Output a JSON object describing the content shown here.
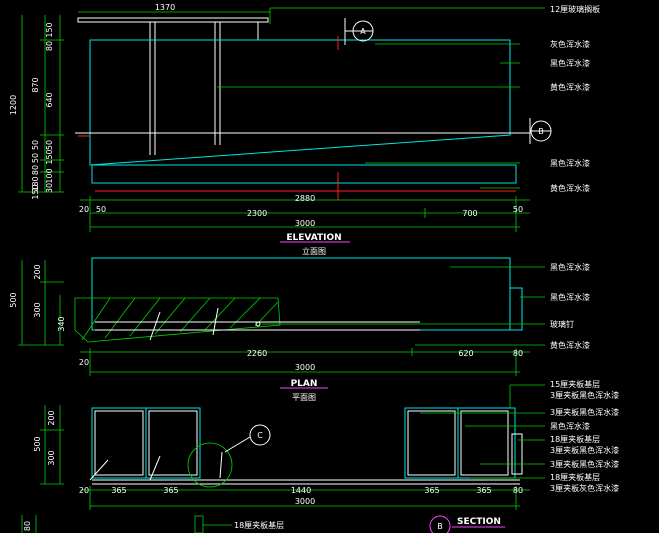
{
  "elevation": {
    "dims_top": [
      "1370"
    ],
    "dims_left": [
      "1200",
      "80",
      "150",
      "870",
      "640",
      "50",
      "50",
      "50",
      "150",
      "80",
      "100",
      "180",
      "30",
      "150"
    ],
    "dims_bottom": [
      "20",
      "50",
      "2880",
      "2300",
      "700",
      "50",
      "3000"
    ],
    "labels": [
      "12厘玻璃搁板",
      "灰色浑水漆",
      "黑色浑水漆",
      "黄色浑水漆",
      "黑色浑水漆",
      "黄色浑水漆"
    ],
    "markers": [
      "A",
      "B"
    ],
    "title": "ELEVATION",
    "subtitle": "立面图"
  },
  "plan": {
    "dims_left": [
      "500",
      "200",
      "300",
      "340"
    ],
    "dims_bottom": [
      "20",
      "2260",
      "620",
      "80",
      "3000"
    ],
    "labels": [
      "黑色浑水漆",
      "黑色浑水漆",
      "玻璃钉",
      "黄色浑水漆"
    ],
    "title": "PLAN",
    "subtitle": "平面图"
  },
  "section": {
    "dims_left": [
      "500",
      "200",
      "300"
    ],
    "dims_bottom": [
      "20",
      "365",
      "365",
      "1440",
      "365",
      "365",
      "80",
      "3000"
    ],
    "labels": [
      "15厘夹板基层",
      "3厘夹板黑色浑水漆",
      "3厘夹板黑色浑水漆",
      "黑色浑水漆",
      "18厘夹板基层",
      "3厘夹板黑色浑水漆",
      "3厘夹板黑色浑水漆",
      "18厘夹板基层",
      "3厘夹板灰色浑水漆"
    ],
    "markers": [
      "C",
      "B"
    ],
    "title": "SECTION",
    "bottom_label": "18厘夹板基层",
    "bottom_dim": "80"
  },
  "colors": {
    "cyan": "#00e5e5",
    "green": "#00d000",
    "white": "#ffffff",
    "red": "#ff2020",
    "magenta": "#ff40ff",
    "background": "#000000"
  }
}
